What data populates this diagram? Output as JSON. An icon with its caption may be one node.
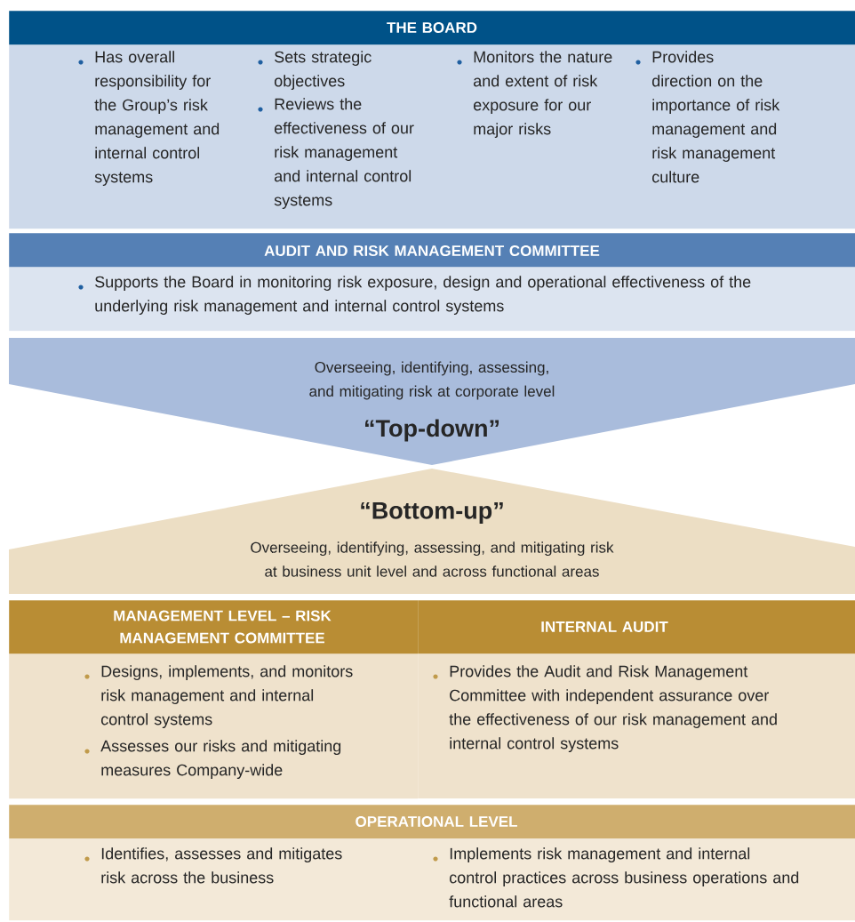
{
  "diagram": {
    "nodes": [
      {
        "text": [
          "THE BOARD",
          "Has overall responsibility for the Group’s risk management and internal control systems",
          "Sets strategic objectives",
          "Reviews the effectiveness of our risk management and internal control systems",
          "Monitors the nature and extent of risk exposure for our major risks",
          "Provides direction on the importance of risk management and risk management culture"
        ]
      },
      {
        "text": [
          "AUDIT AND RISK MANAGEMENT COMMITTEE",
          "Supports the Board in monitoring risk exposure, design and operational effectiveness of the underlying risk management and internal control systems"
        ]
      },
      {
        "text": [
          "Overseeing, identifying, assessing, and mitigating risk at corporate level",
          "“Top-down”"
        ]
      },
      {
        "text": [
          "“Bottom-up”",
          "Overseeing, identifying, assessing, and mitigating risk at business unit level and across functional areas"
        ]
      },
      {
        "text": [
          "MANAGEMENT LEVEL – RISK MANAGEMENT COMMITTEE",
          "Designs, implements, and monitors risk management and internal control systems",
          "Assesses our risks and mitigating measures Company-wide"
        ]
      },
      {
        "text": [
          "INTERNAL AUDIT",
          "Provides the Audit and Risk Management Committee with independent assurance over the effectiveness of our risk management and internal control systems"
        ]
      },
      {
        "text": [
          "OPERATIONAL LEVEL",
          "Identifies, assesses and mitigates risk across the business",
          "Implements risk management and internal control practices across business operations and functional areas"
        ]
      }
    ]
  }
}
